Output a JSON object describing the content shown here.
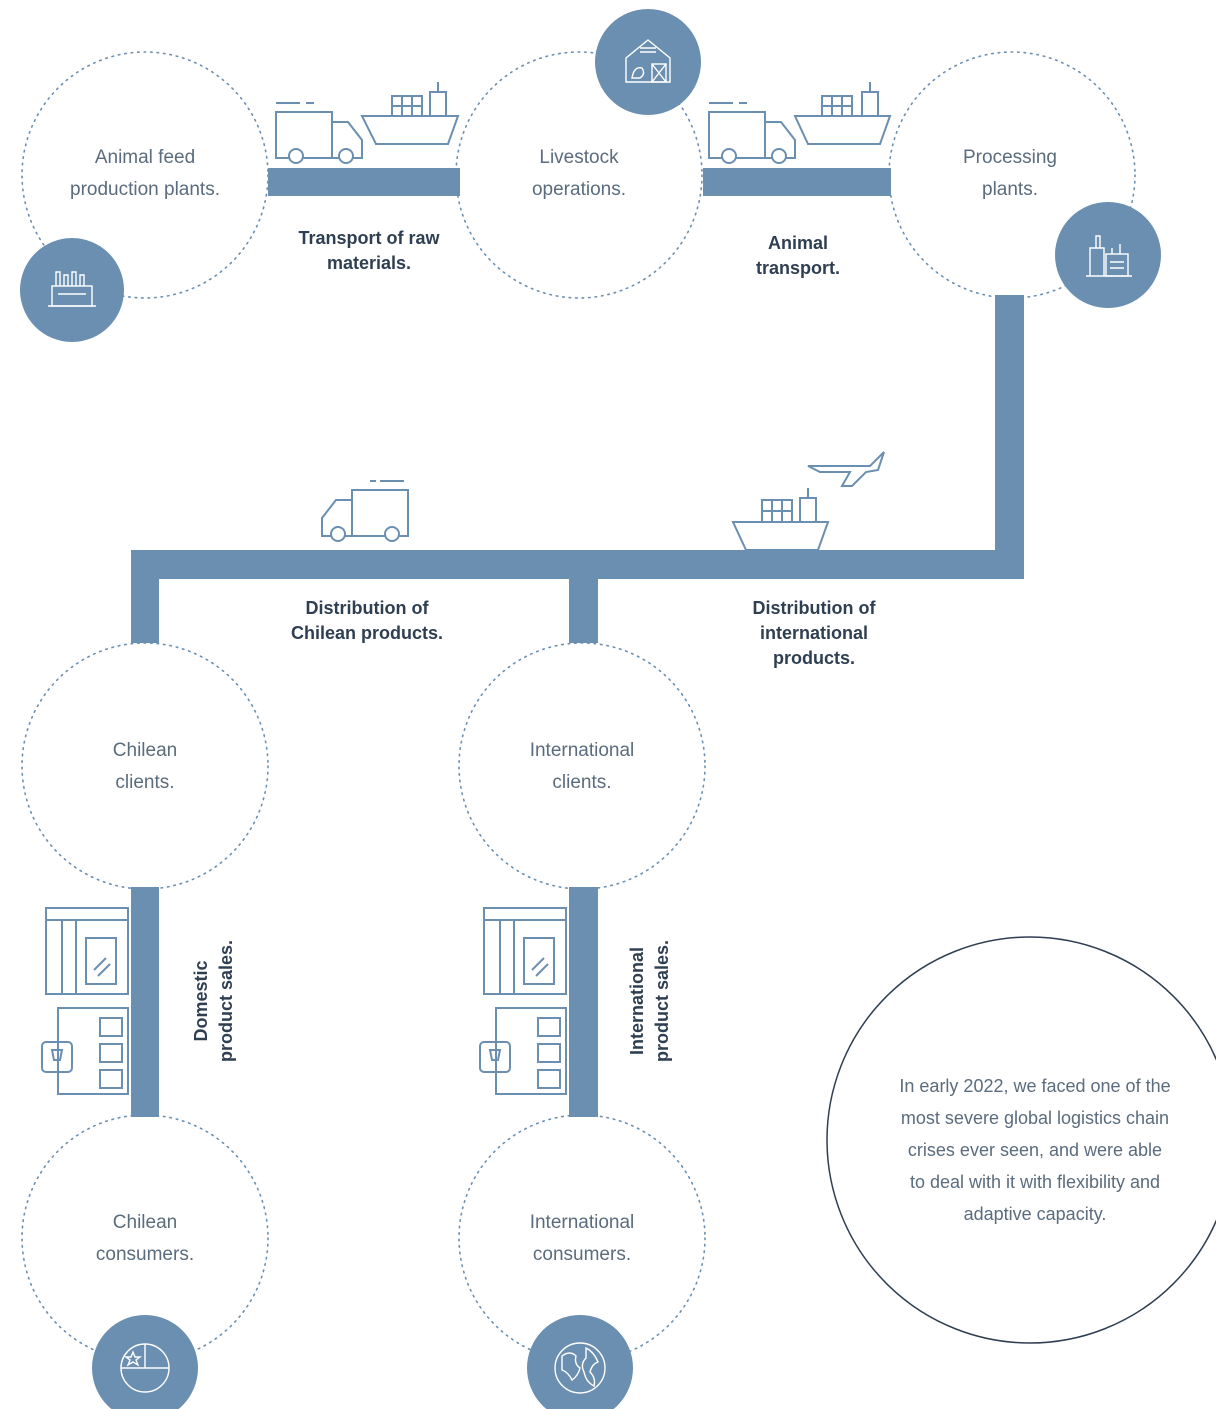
{
  "colors": {
    "accent": "#6b8fb1",
    "line_dots": "#6b8fb1",
    "text": "#5a6c7d",
    "bold_text": "#2f3f52",
    "quote_border": "#2f3f52"
  },
  "nodes": {
    "feed_plants": "Animal feed\nproduction plants.",
    "livestock": "Livestock\noperations.",
    "processing": "Processing\nplants.",
    "chilean_clients": "Chilean\nclients.",
    "international_clients": "International\nclients.",
    "chilean_consumers": "Chilean\nconsumers.",
    "international_consumers": "International\nconsumers."
  },
  "edges": {
    "raw_materials": "Transport of raw\nmaterials.",
    "animal_transport": "Animal\ntransport.",
    "chilean_distribution": "Distribution of\nChilean products.",
    "international_distribution": "Distribution of\ninternational\nproducts.",
    "domestic_sales": "Domestic\nproduct sales.",
    "international_sales": "International\nproduct sales."
  },
  "quote": "In early 2022, we faced one of the\nmost severe global logistics chain\ncrises ever seen, and were able\nto deal with it with flexibility and\nadaptive capacity.",
  "icons": [
    "factory-icon",
    "barn-icon",
    "processing-plant-icon",
    "truck-icon",
    "ship-icon",
    "airplane-icon",
    "storefront-icon",
    "shop-icon",
    "chile-flag-icon",
    "globe-icon"
  ]
}
